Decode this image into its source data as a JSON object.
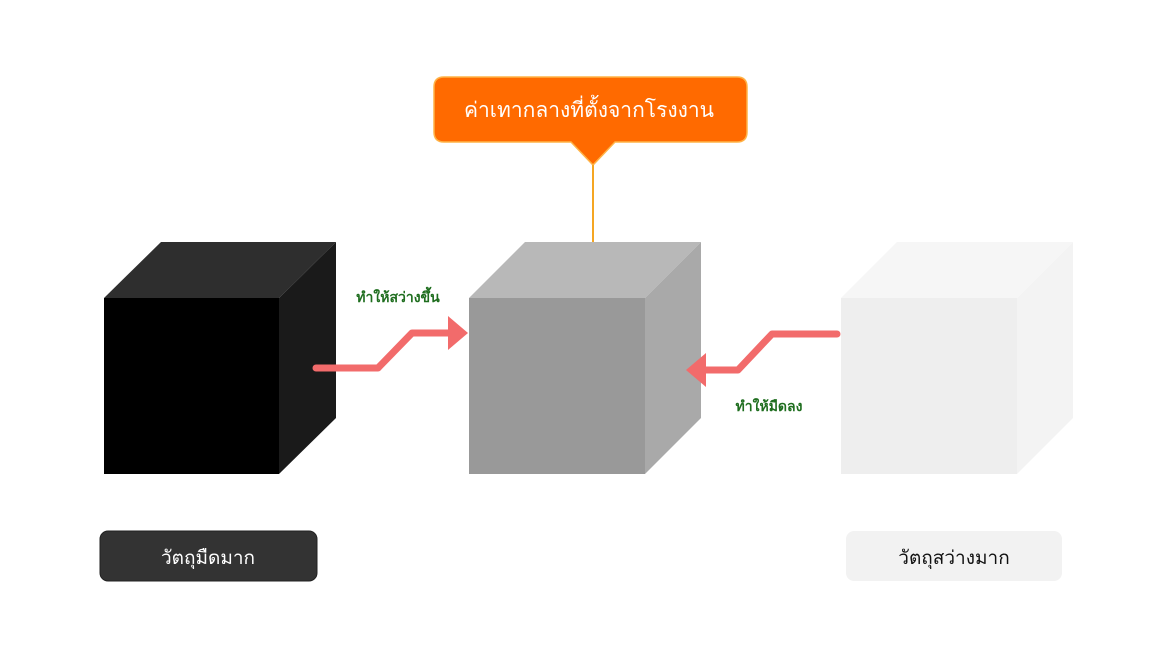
{
  "callout": {
    "text": "ค่าเทากลางที่ตั้งจากโรงงาน",
    "fill": "#FF6A00",
    "border": "#FFB347"
  },
  "arrows": {
    "brighten_label": "ทำให้สว่างขึ้น",
    "darken_label": "ทำให้มืดลง",
    "color": "#F26B6B",
    "label_color": "#1F6E1F"
  },
  "labels": {
    "dark_object": "วัตถุมืดมาก",
    "bright_object": "วัตถุสว่างมาก"
  },
  "cubes": {
    "dark": {
      "front": "#000000",
      "top": "#2E2E2E",
      "side": "#1A1A1A"
    },
    "mid": {
      "front": "#999999",
      "top": "#B8B8B8",
      "side": "#A9A9A9"
    },
    "light": {
      "front": "#EEEEEE",
      "top": "#F6F6F6",
      "side": "#F3F3F3"
    }
  }
}
